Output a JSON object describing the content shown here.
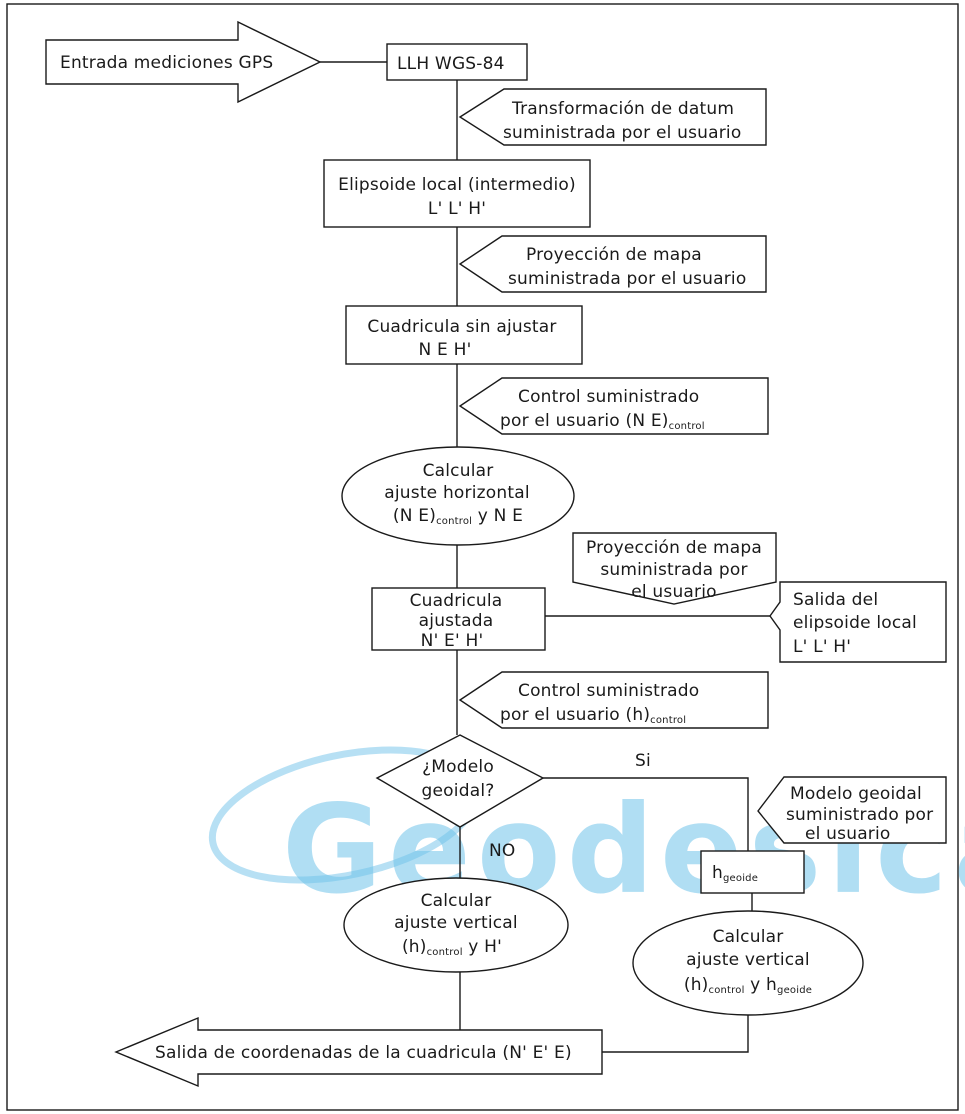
{
  "input": {
    "label": "Entrada mediciones GPS"
  },
  "llh": {
    "label": "LLH WGS-84"
  },
  "datum_note": {
    "line1": "Transformación de datum",
    "line2": "suministrada por el usuario"
  },
  "ellipsoid": {
    "line1": "Elipsoide local (intermedio)",
    "line2": "L' L' H'"
  },
  "projection_note": {
    "line1": "Proyección de mapa",
    "line2": "suministrada por el usuario"
  },
  "grid_unadjusted": {
    "line1": "Cuadricula sin ajustar",
    "line2": "N E H'"
  },
  "control_ne_note": {
    "line1": "Control suministrado",
    "line2_main": "por el usuario (N E)",
    "line2_sub": "control"
  },
  "horizontal_adjust": {
    "line1": "Calcular",
    "line2": "ajuste horizontal",
    "line3_a": "(N E)",
    "line3_sub": "control",
    "line3_b": " y N E"
  },
  "projection_note2": {
    "line1": "Proyección de mapa",
    "line2": "suministrada por",
    "line3": "el usuario"
  },
  "grid_adjusted": {
    "line1": "Cuadricula",
    "line2": "ajustada",
    "line3": "N' E' H'"
  },
  "ellipsoid_out": {
    "line1": "Salida del",
    "line2": "elipsoide local",
    "line3": "L' L' H'"
  },
  "control_h_note": {
    "line1": "Control suministrado",
    "line2_main": "por el usuario (h)",
    "line2_sub": "control"
  },
  "decision": {
    "line1": "¿Modelo",
    "line2": "geoidal?"
  },
  "yes_label": "Si",
  "no_label": "NO",
  "geoid_note": {
    "line1": "Modelo geoidal",
    "line2": "suministrado por",
    "line3": "el usuario"
  },
  "hgeoide_box": {
    "main": "h",
    "sub": "geoide"
  },
  "vertical_adjust_left": {
    "line1": "Calcular",
    "line2": "ajuste vertical",
    "line3_a": "(h)",
    "line3_sub": "control",
    "line3_b": " y H'"
  },
  "vertical_adjust_right": {
    "line1": "Calcular",
    "line2": "ajuste vertical",
    "line3_a": "(h)",
    "line3_sub": "control",
    "line3_b": " y h",
    "line3_sub2": "geoide"
  },
  "output": {
    "label": "Salida de coordenadas de la cuadricula (N' E' E)"
  },
  "watermark": {
    "text": "Geodesical"
  },
  "colors": {
    "watermark": "#6fc2ea",
    "ink": "#1a1a1a"
  }
}
